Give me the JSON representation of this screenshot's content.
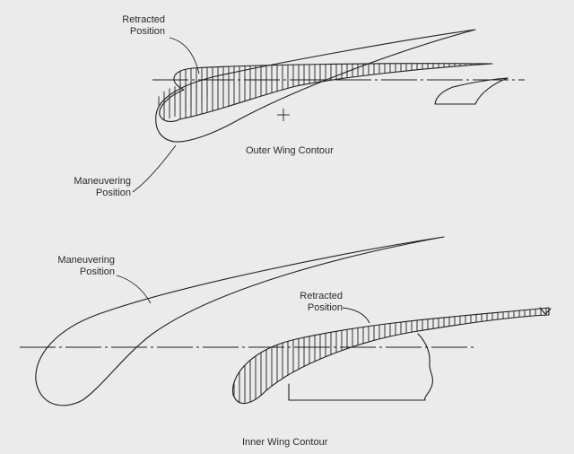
{
  "outer_wing": {
    "retracted_label": [
      "Retracted",
      "Position"
    ],
    "maneuvering_label": [
      "Maneuvering",
      "Position"
    ],
    "caption": "Outer Wing Contour"
  },
  "inner_wing": {
    "maneuvering_label": [
      "Maneuvering",
      "Position"
    ],
    "retracted_label": [
      "Retracted",
      "Position"
    ],
    "caption": "Inner Wing Contour"
  },
  "colors": {
    "ink": "#1e1e1e",
    "paper": "#ebebeb"
  }
}
